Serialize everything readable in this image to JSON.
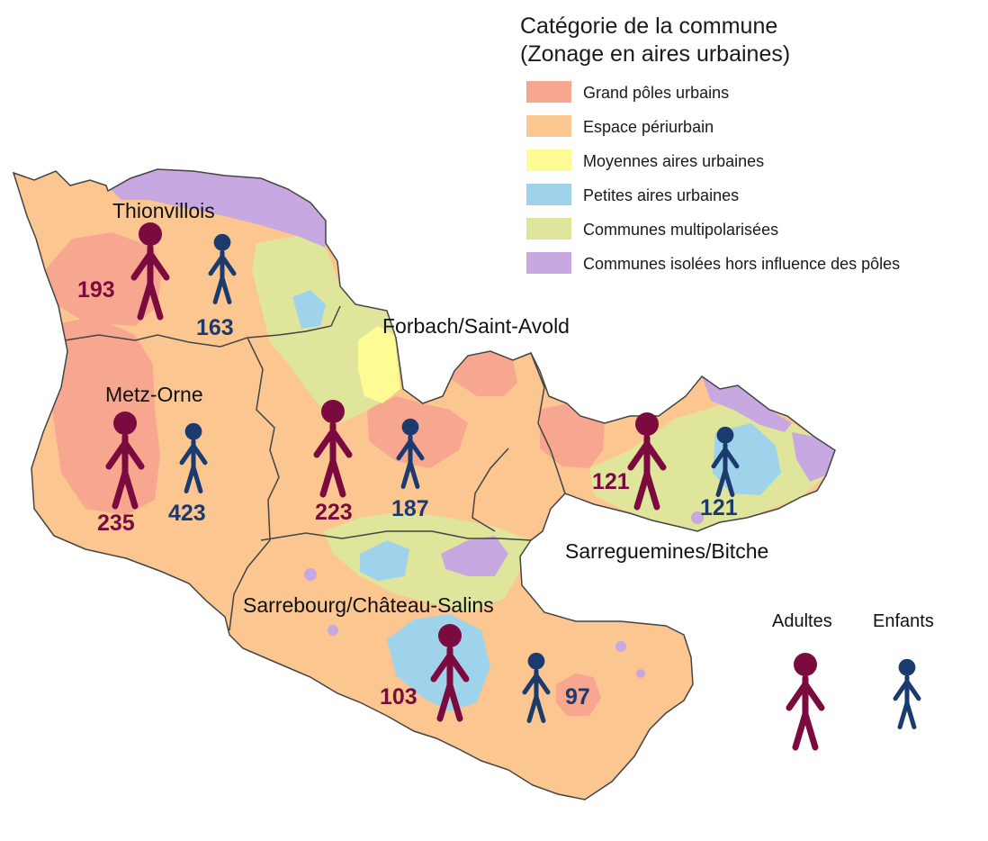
{
  "colors": {
    "grand_poles": "#f7a68f",
    "periurbain": "#fbc690",
    "moyennes": "#fdfb93",
    "petites": "#9fd3eb",
    "multipolarisees": "#dfe69c",
    "isolees": "#c8a8e0",
    "adult": "#7b0a3f",
    "child": "#1b3a6e",
    "border": "#444444"
  },
  "legend": {
    "title_line1": "Catégorie de la commune",
    "title_line2": "(Zonage en aires urbaines)",
    "items": [
      {
        "label": "Grand pôles urbains",
        "color": "#f7a68f"
      },
      {
        "label": "Espace périurbain",
        "color": "#fbc690"
      },
      {
        "label": "Moyennes aires urbaines",
        "color": "#fdfb93"
      },
      {
        "label": "Petites aires urbaines",
        "color": "#9fd3eb"
      },
      {
        "label": "Communes multipolarisées",
        "color": "#dfe69c"
      },
      {
        "label": "Communes isolées hors influence des pôles",
        "color": "#c8a8e0"
      }
    ]
  },
  "zones": [
    {
      "name": "Thionvillois",
      "adults": "193",
      "children": "163"
    },
    {
      "name": "Metz-Orne",
      "adults": "235",
      "children": "423"
    },
    {
      "name": "Forbach/Saint-Avold",
      "adults": "223",
      "children": "187"
    },
    {
      "name": "Sarreguemines/Bitche",
      "adults": "121",
      "children": "121"
    },
    {
      "name": "Sarrebourg/Château-Salins",
      "adults": "103",
      "children": "97"
    }
  ],
  "key": {
    "adults_label": "Adultes",
    "children_label": "Enfants"
  }
}
